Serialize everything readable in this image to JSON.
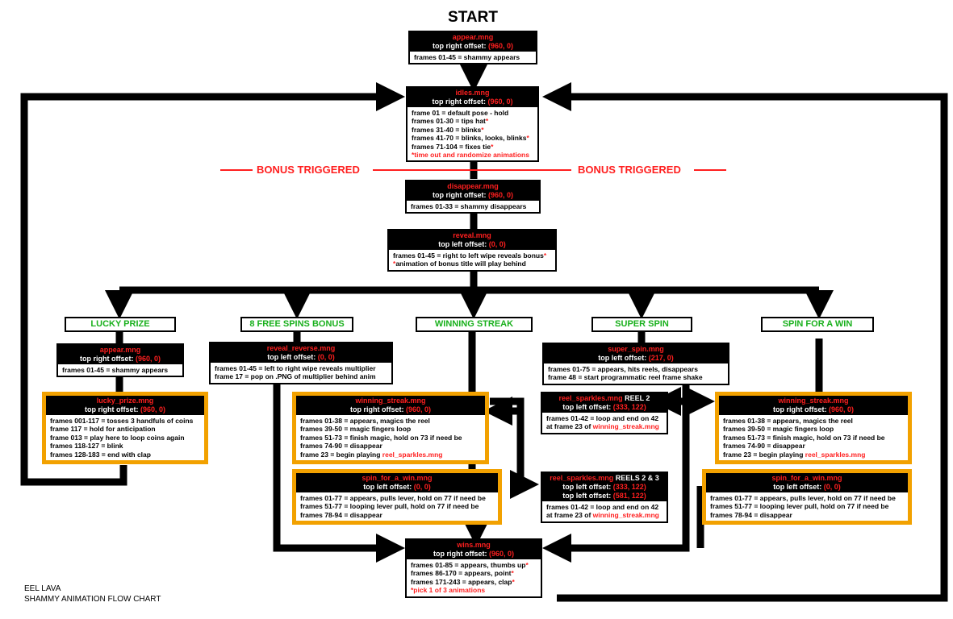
{
  "title": "START",
  "bonus_label": "BONUS TRIGGERED",
  "footer": {
    "line1": "EEL LAVA",
    "line2": "SHAMMY ANIMATION FLOW CHART"
  },
  "colors": {
    "accent_red": "#ff1f1f",
    "branch_green": "#19b01c",
    "highlight_orange": "#f2a100",
    "line": "#000000"
  },
  "branches": [
    "LUCKY PRIZE",
    "8 FREE SPINS BONUS",
    "WINNING STREAK",
    "SUPER SPIN",
    "SPIN FOR A WIN"
  ],
  "nodes": {
    "appear_top": {
      "file": "appear.mng",
      "offset_label": "top right offset:",
      "offset": "(960, 0)",
      "lines": [
        {
          "t": "frames 01-45 = shammy appears"
        }
      ]
    },
    "idles": {
      "file": "idles.mng",
      "offset_label": "top right offset:",
      "offset": "(960, 0)",
      "lines": [
        {
          "t": "frame 01 = default pose - hold"
        },
        {
          "t": "frames 01-30 = tips hat",
          "star": "*"
        },
        {
          "t": "frames 31-40 = blinks",
          "star": "*"
        },
        {
          "t": "frames 41-70 = blinks, looks, blinks",
          "star": "*"
        },
        {
          "t": "frames 71-104 = fixes tie",
          "star": "*"
        },
        {
          "t": "*time out and randomize animations",
          "red": true
        }
      ]
    },
    "disappear": {
      "file": "disappear.mng",
      "offset_label": "top right offset:",
      "offset": "(960, 0)",
      "lines": [
        {
          "t": "frames 01-33 = shammy disappears"
        }
      ]
    },
    "reveal": {
      "file": "reveal.mng",
      "offset_label": "top left offset:",
      "offset": "(0, 0)",
      "lines": [
        {
          "t": "frames 01-45 = right to left wipe reveals bonus",
          "star": "*"
        },
        {
          "t": "animation of bonus title will play behind",
          "pre": "*"
        }
      ]
    },
    "appear_lucky": {
      "file": "appear.mng",
      "offset_label": "top right offset:",
      "offset": "(960, 0)",
      "lines": [
        {
          "t": "frames 01-45 = shammy appears"
        }
      ]
    },
    "lucky_prize": {
      "file": "lucky_prize.mng",
      "offset_label": "top right offset:",
      "offset": "(960, 0)",
      "lines": [
        {
          "t": "frames 001-117 = tosses 3 handfuls of coins"
        },
        {
          "t": "frame 117 = hold for anticipation"
        },
        {
          "t": "frame 013 = play here to loop coins again"
        },
        {
          "t": "frames 118-127 = blink"
        },
        {
          "t": "frames 128-183 = end with clap"
        }
      ]
    },
    "reveal_reverse": {
      "file": "reveal_reverse.mng",
      "offset_label": "top left offset:",
      "offset": "(0, 0)",
      "lines": [
        {
          "t": "frames 01-45 = left to right wipe reveals multiplier"
        },
        {
          "t": "frame 17 = pop on .PNG of multiplier behind anim"
        }
      ]
    },
    "winning_streak_a": {
      "file": "winning_streak.mng",
      "offset_label": "top right offset:",
      "offset": "(960, 0)",
      "lines": [
        {
          "t": "frames 01-38 = appears, magics the reel"
        },
        {
          "t": "frames 39-50 = magic fingers loop"
        },
        {
          "t": "frames 51-73 = finish magic, hold on 73 if need be"
        },
        {
          "t": "frames 74-90 = disappear"
        },
        {
          "t": "frame 23 = begin playing ",
          "link": "reel_sparkles.mng"
        }
      ]
    },
    "spin_for_a_win_a": {
      "file": "spin_for_a_win.mng",
      "offset_label": "top left offset:",
      "offset": "(0, 0)",
      "lines": [
        {
          "t": "frames 01-77 = appears, pulls lever, hold on 77 if need be"
        },
        {
          "t": "frames 51-77 = looping lever pull, hold on 77 if need be"
        },
        {
          "t": "frames 78-94 = disappear"
        }
      ]
    },
    "super_spin": {
      "file": "super_spin.mng",
      "offset_label": "top left offset:",
      "offset": "(217, 0)",
      "lines": [
        {
          "t": "frames 01-75 = appears, hits reels, disappears"
        },
        {
          "t": "frame 48 = start programmatic reel frame shake"
        }
      ]
    },
    "reel_sparkles_2": {
      "file": "reel_sparkles.mng",
      "suffix": " REEL 2",
      "offsets": [
        {
          "label": "top left offset:",
          "value": "(333, 122)"
        }
      ],
      "lines": [
        {
          "t": "frames 01-42 = loop and end on 42"
        },
        {
          "t": "at frame 23 of ",
          "link": "winning_streak.mng"
        }
      ]
    },
    "reel_sparkles_23": {
      "file": "reel_sparkles.mng",
      "suffix": " REELS 2 & 3",
      "offsets": [
        {
          "label": "top left offset:",
          "value": "(333, 122)"
        },
        {
          "label": "top left offset:",
          "value": "(581, 122)"
        }
      ],
      "lines": [
        {
          "t": "frames 01-42 = loop and end on 42"
        },
        {
          "t": "at frame 23 of ",
          "link": "winning_streak.mng"
        }
      ]
    },
    "winning_streak_b": {
      "file": "winning_streak.mng",
      "offset_label": "top right offset:",
      "offset": "(960, 0)",
      "lines": [
        {
          "t": "frames 01-38 = appears, magics the reel"
        },
        {
          "t": "frames 39-50 = magic fingers loop"
        },
        {
          "t": "frames 51-73 = finish magic, hold on 73 if need be"
        },
        {
          "t": "frames 74-90 = disappear"
        },
        {
          "t": "frame 23 = begin playing ",
          "link": "reel_sparkles.mng"
        }
      ]
    },
    "spin_for_a_win_b": {
      "file": "spin_for_a_win.mng",
      "offset_label": "top left offset:",
      "offset": "(0, 0)",
      "lines": [
        {
          "t": "frames 01-77 = appears, pulls lever, hold on 77 if need be"
        },
        {
          "t": "frames 51-77 = looping lever pull, hold on 77 if need be"
        },
        {
          "t": "frames 78-94 = disappear"
        }
      ]
    },
    "wins": {
      "file": "wins.mng",
      "offset_label": "top right offset:",
      "offset": "(960, 0)",
      "lines": [
        {
          "t": "frames 01-85 = appears, thumbs up",
          "star": "*"
        },
        {
          "t": "frames 86-170 = appears, point",
          "star": "*"
        },
        {
          "t": "frames 171-243 = appears, clap",
          "star": "*"
        },
        {
          "t": "*pick 1 of 3 animations",
          "red": true
        }
      ]
    }
  }
}
